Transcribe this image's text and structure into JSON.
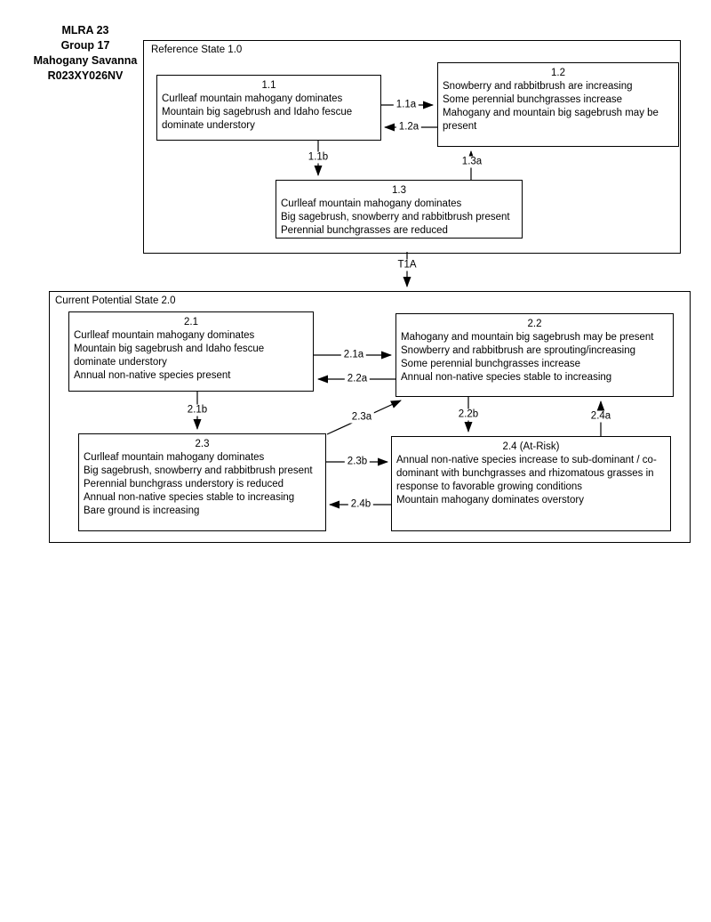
{
  "header": {
    "line1": "MLRA 23",
    "line2": "Group 17",
    "line3": "Mahogany Savanna",
    "line4": "R023XY026NV"
  },
  "states": [
    {
      "label": "Reference State 1.0",
      "boxes": [
        {
          "title": "1.1",
          "lines": [
            "Curlleaf mountain mahogany dominates",
            "Mountain big sagebrush and Idaho fescue dominate understory"
          ]
        },
        {
          "title": "1.2",
          "lines": [
            "Snowberry and rabbitbrush are increasing",
            "Some perennial bunchgrasses increase",
            "Mahogany and mountain big sagebrush may be present"
          ]
        },
        {
          "title": "1.3",
          "lines": [
            "Curlleaf mountain mahogany dominates",
            "Big sagebrush, snowberry and rabbitbrush present",
            "Perennial bunchgrasses are reduced"
          ]
        }
      ]
    },
    {
      "label": "Current Potential State 2.0",
      "boxes": [
        {
          "title": "2.1",
          "lines": [
            "Curlleaf mountain mahogany dominates",
            "Mountain big sagebrush and Idaho fescue dominate understory",
            "Annual non-native species present"
          ]
        },
        {
          "title": "2.2",
          "lines": [
            "Mahogany and mountain big sagebrush may be present",
            "Snowberry and rabbitbrush are sprouting/increasing",
            "Some perennial bunchgrasses increase",
            "Annual non-native species stable to increasing"
          ]
        },
        {
          "title": "2.3",
          "lines": [
            "Curlleaf mountain mahogany dominates",
            "Big sagebrush, snowberry and rabbitbrush present",
            "Perennial bunchgrass understory is reduced",
            "Annual non-native species stable to increasing",
            "Bare ground is increasing"
          ]
        },
        {
          "title": "2.4 (At-Risk)",
          "lines": [
            "Annual non-native species increase to sub-dominant / co-dominant with bunchgrasses and rhizomatous grasses in response to favorable growing conditions",
            "Mountain mahogany dominates overstory"
          ]
        }
      ]
    }
  ],
  "transitions": {
    "t1_1a": "1.1a",
    "t1_2a": "1.2a",
    "t1_1b": "1.1b",
    "t1_3a": "1.3a",
    "tT1A": "T1A",
    "t2_1a": "2.1a",
    "t2_2a": "2.2a",
    "t2_1b": "2.1b",
    "t2_3a": "2.3a",
    "t2_2b": "2.2b",
    "t2_4a": "2.4a",
    "t2_3b": "2.3b",
    "t2_4b": "2.4b"
  },
  "colors": {
    "line": "#000000",
    "background": "#ffffff",
    "text": "#000000"
  }
}
